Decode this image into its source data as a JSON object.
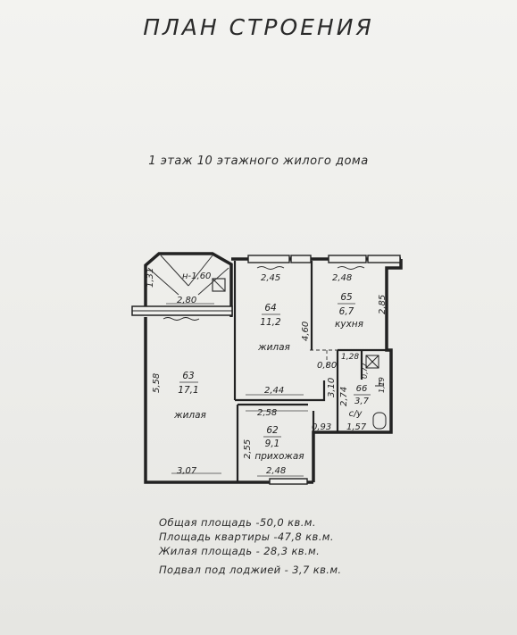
{
  "title": "ПЛАН СТРОЕНИЯ",
  "subtitle": "1  этаж 10 этажного жилого дома",
  "rooms": {
    "r63": {
      "number": "63",
      "area": "17,1",
      "name": "жилая"
    },
    "r64": {
      "number": "64",
      "area": "11,2",
      "name": "жилая"
    },
    "r65": {
      "number": "65",
      "area": "6,7",
      "name": "кухня"
    },
    "r66": {
      "number": "66",
      "area": "3,7",
      "name": "с/у"
    },
    "r62": {
      "number": "62",
      "area": "9,1",
      "name": "прихожая"
    }
  },
  "dimensions": {
    "loggia_height": "н-1,60",
    "d_131": "1,31",
    "d_280": "2,80",
    "d_245": "2,45",
    "d_248_top": "2,48",
    "d_285": "2,85",
    "d_460": "4,60",
    "d_558": "5,58",
    "d_080": "0,80",
    "d_128": "1,28",
    "d_077": "0,77",
    "d_119": "1,19",
    "d_244": "2,44",
    "d_258": "2,58",
    "d_310": "3,10",
    "d_274": "2,74",
    "d_093": "0,93",
    "d_157": "1,57",
    "d_255": "2,55",
    "d_307": "3,07",
    "d_248_bottom": "2,48"
  },
  "summary": {
    "total": "Общая площадь -50,0 кв.м.",
    "apartment": "Площадь квартиры -47,8 кв.м.",
    "living": "Жилая площадь - 28,3 кв.м.",
    "basement": "Подвал под лоджией - 3,7 кв.м."
  }
}
